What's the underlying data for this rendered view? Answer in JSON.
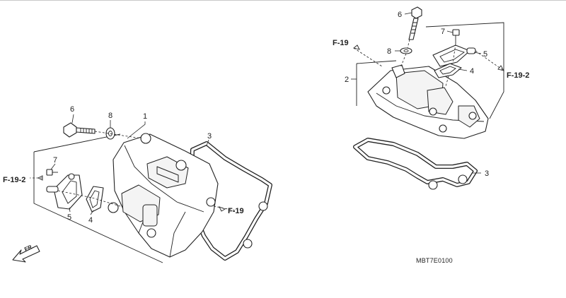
{
  "diagram": {
    "left_assembly": {
      "callouts": [
        "1",
        "3",
        "4",
        "5",
        "6",
        "7",
        "8"
      ],
      "refs": [
        "F-19-2",
        "F-19"
      ],
      "direction": "FR."
    },
    "right_assembly": {
      "callouts": [
        "2",
        "3",
        "4",
        "5",
        "6",
        "7",
        "8"
      ],
      "refs": [
        "F-19",
        "F-19-2"
      ]
    },
    "drawing_code": "MBT7E0100"
  }
}
